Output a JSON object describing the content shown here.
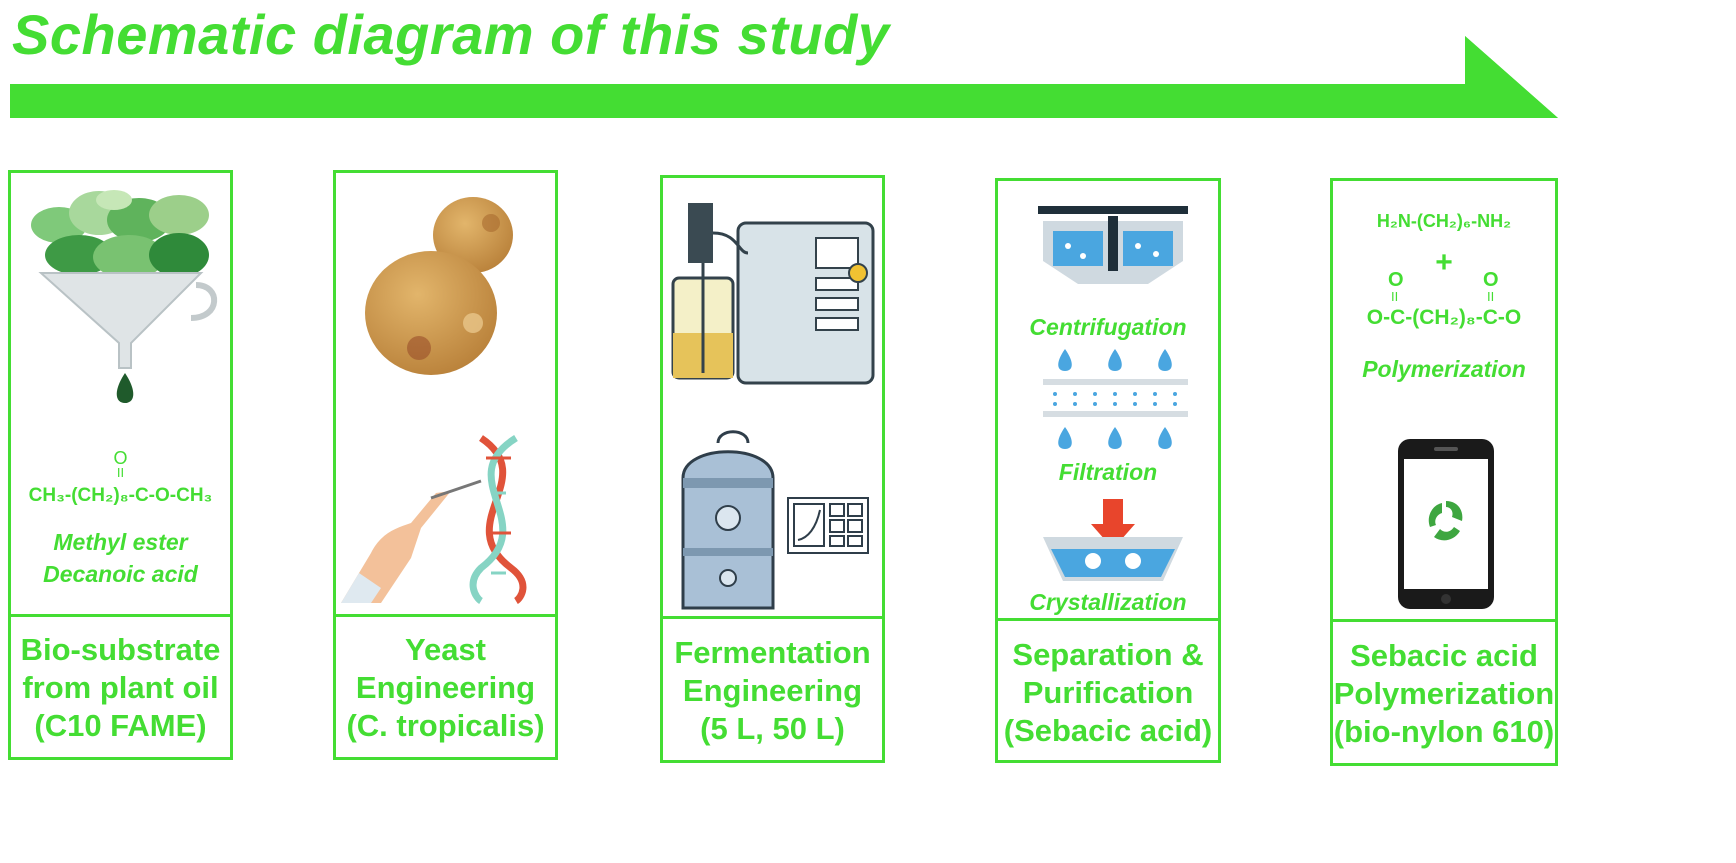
{
  "title": "Schematic diagram of this study",
  "colors": {
    "accent": "#44dd33",
    "water": "#4aa6e0",
    "arrow_red": "#e8452c"
  },
  "panels": [
    {
      "id": "bio-substrate",
      "formula_o": "O",
      "formula_bond": "II",
      "formula": "CH₃-(CH₂)₈-C-O-CH₃",
      "name_line1": "Methyl ester",
      "name_line2": "Decanoic acid",
      "caption": [
        "Bio-substrate",
        "from plant oil",
        "(C10 FAME)"
      ]
    },
    {
      "id": "yeast",
      "caption": [
        "Yeast",
        "Engineering",
        "(C. tropicalis)"
      ]
    },
    {
      "id": "fermentation",
      "caption": [
        "Fermentation",
        "Engineering",
        "(5 L,  50 L)"
      ]
    },
    {
      "id": "separation",
      "steps": [
        "Centrifugation",
        "Filtration",
        "Crystallization"
      ],
      "caption": [
        "Separation &",
        "Purification",
        "(Sebacic acid)"
      ]
    },
    {
      "id": "polymerization",
      "diamine": "H₂N-(CH₂)₆-NH₂",
      "plus": "+",
      "acid_o_left": "O",
      "acid_o_right": "O",
      "acid_bond": "II",
      "acid": "O-C-(CH₂)₈-C-O",
      "step": "Polymerization",
      "caption": [
        "Sebacic acid",
        "Polymerization",
        "(bio-nylon 610)"
      ]
    }
  ]
}
